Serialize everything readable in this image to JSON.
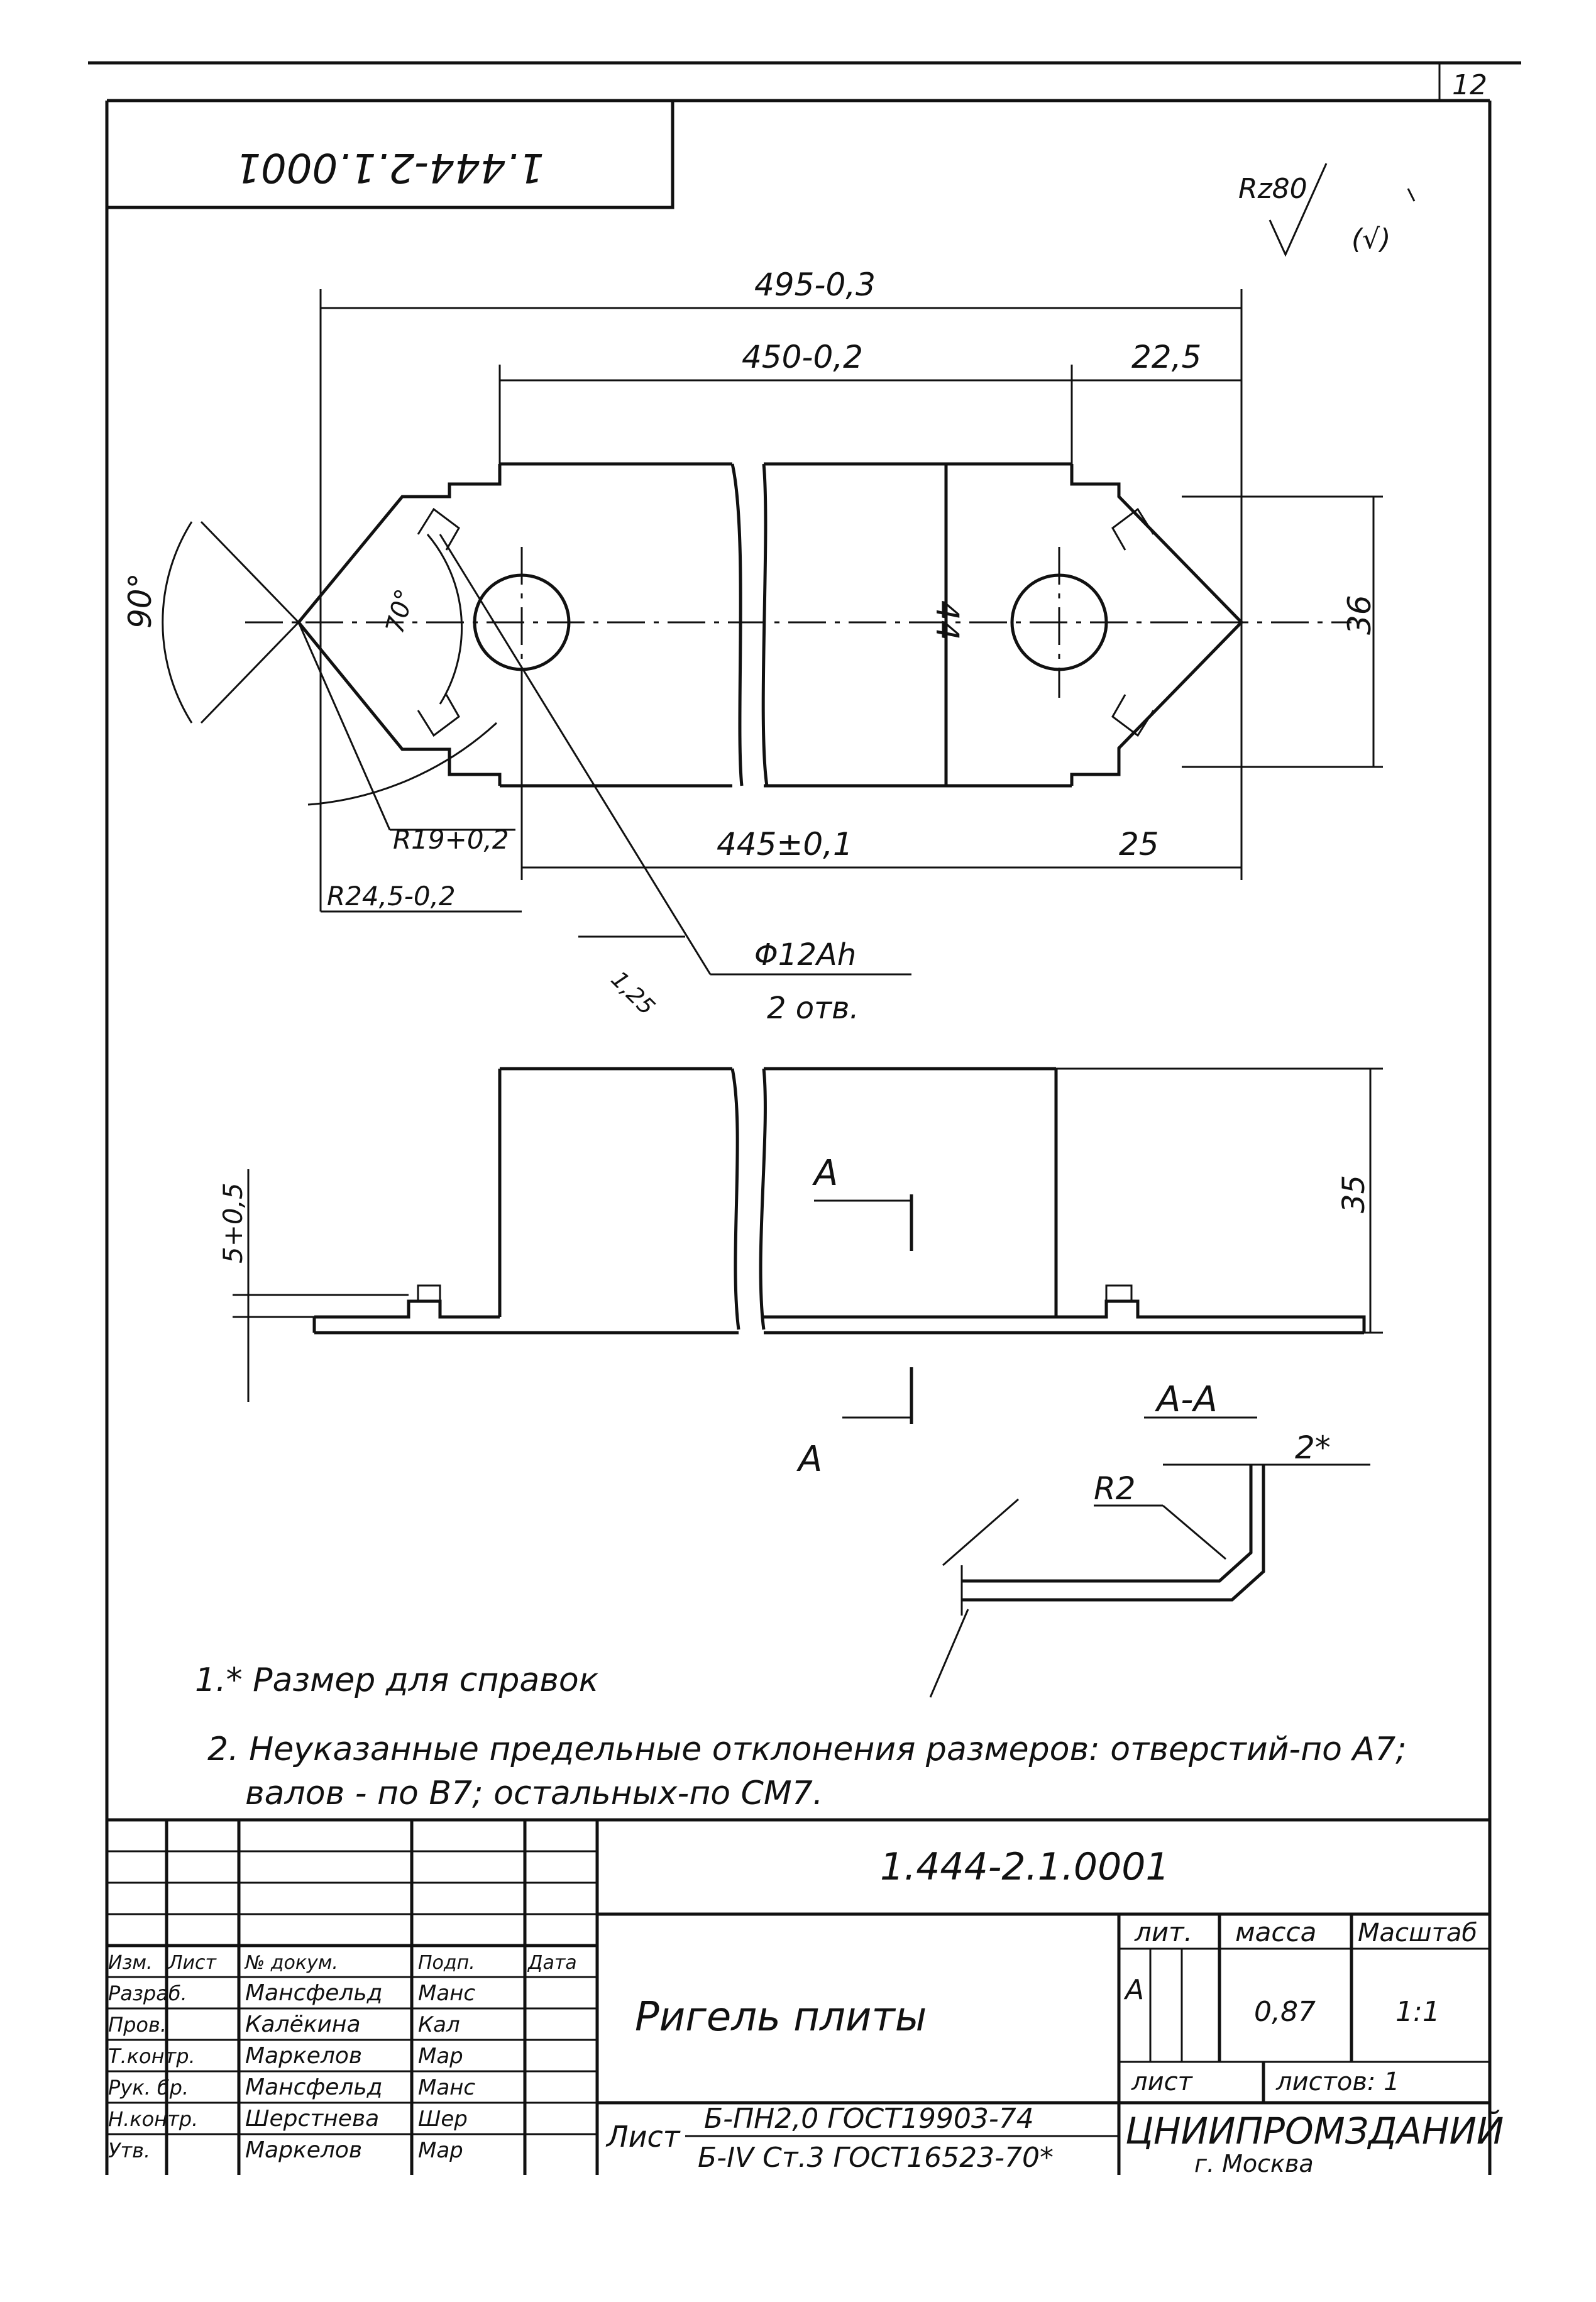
{
  "sheet": {
    "sheet_number": "12",
    "stamp_code": "1.444-2.1.0001",
    "surface_roughness": "Rz80",
    "roughness_extra": "(√)"
  },
  "dimensions": {
    "overall_length": "495-0,3",
    "inner_length": "450-0,2",
    "end_offset_top": "22,5",
    "body_width": "44",
    "end_width": "36",
    "hole_spacing": "445±0,1",
    "end_offset_bottom": "25",
    "angle_outer": "90°",
    "angle_inner": "70°",
    "radius_inner": "R19+0,2",
    "radius_outer": "R24,5-0,2",
    "chamfer": "1,25",
    "hole_diameter": "Φ12Ah",
    "hole_count": "2 отв.",
    "height": "35",
    "tab_height": "5+0,5",
    "bend_radius": "R2",
    "thickness": "2*"
  },
  "section": {
    "cut_label": "A",
    "cut_label_bottom": "A",
    "view_title": "A-A"
  },
  "notes": [
    "1.* Размер для справок",
    "2. Неуказанные предельные отклонения размеров: отверстий-по А7;",
    "валов - по В7; остальных-по СМ7."
  ],
  "title_block": {
    "document_code": "1.444-2.1.0001",
    "part_name": "Ригель плиты",
    "col_headers": [
      "Изм.",
      "Лист",
      "№ докум.",
      "Подп.",
      "Дата"
    ],
    "roles": [
      {
        "role": "Разраб.",
        "name": "Мансфельд",
        "sign": "Манс"
      },
      {
        "role": "Пров.",
        "name": "Калёкина",
        "sign": "Кал"
      },
      {
        "role": "Т.контр.",
        "name": "Маркелов",
        "sign": "Мар"
      },
      {
        "role": "Рук. бр.",
        "name": "Мансфельд",
        "sign": "Манс"
      },
      {
        "role": "Н.контр.",
        "name": "Шерстнева",
        "sign": "Шер"
      },
      {
        "role": "Утв.",
        "name": "Маркелов",
        "sign": "Мар"
      }
    ],
    "lit_header": "лит.",
    "mass_header": "масса",
    "scale_header": "Масштаб",
    "lit_value": "А",
    "mass_value": "0,87",
    "scale_value": "1:1",
    "sheet_label": "лист",
    "sheets_label": "листов: 1",
    "material_prefix": "Лист",
    "material_line1": "Б-ПН2,0 ГОСТ19903-74",
    "material_line2": "Б-IV Ст.3 ГОСТ16523-70*",
    "organization": "ЦНИИПРОМЗДАНИЙ",
    "city": "г. Москва"
  }
}
